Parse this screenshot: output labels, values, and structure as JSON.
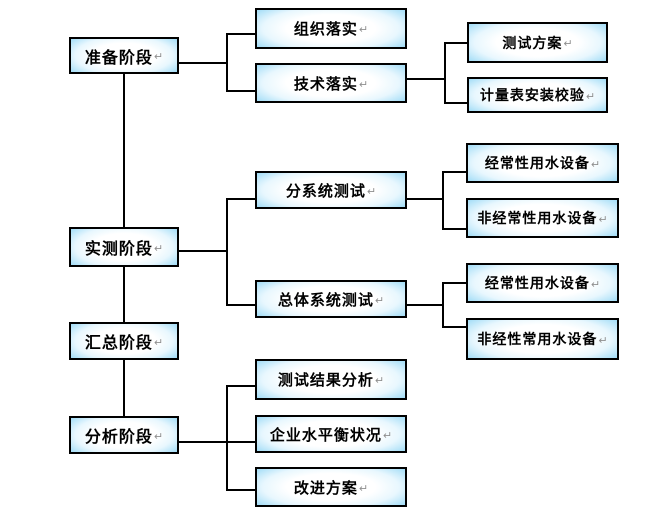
{
  "nodes": {
    "prep": {
      "label": "准备阶段"
    },
    "measure": {
      "label": "实测阶段"
    },
    "summary": {
      "label": "汇总阶段"
    },
    "analysis": {
      "label": "分析阶段"
    },
    "org": {
      "label": "组织落实"
    },
    "tech": {
      "label": "技术落实"
    },
    "subsys": {
      "label": "分系统测试"
    },
    "overall": {
      "label": "总体系统测试"
    },
    "result": {
      "label": "测试结果分析"
    },
    "balance": {
      "label": "企业水平衡状况"
    },
    "improve": {
      "label": "改进方案"
    },
    "plan": {
      "label": "测试方案"
    },
    "meter": {
      "label": "计量表安装校验"
    },
    "regular1": {
      "label": "经常性用水设备"
    },
    "nonregular1": {
      "label": "非经常性用水设备"
    },
    "regular2": {
      "label": "经常性用水设备"
    },
    "nonregular2": {
      "label": "非经性常用水设备"
    }
  },
  "marks": {
    "return_mark": "↵"
  },
  "colors": {
    "box_edge_blue": "#12a2e4",
    "box_center_white": "#ffffff",
    "box_border": "#000000",
    "connector": "#000000",
    "text": "#000000",
    "return_mark_gray": "#8f8f8f"
  }
}
